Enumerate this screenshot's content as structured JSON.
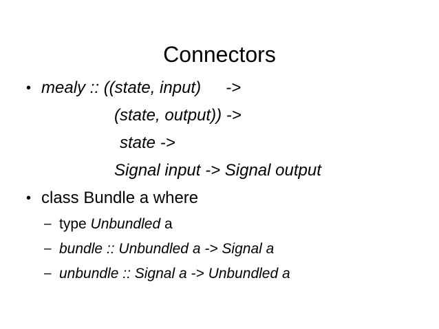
{
  "slide": {
    "title": "Connectors",
    "background_color": "#ffffff",
    "text_color": "#000000",
    "bullets": [
      {
        "marker": "•",
        "text": "mealy :: ((state, input)",
        "trailing": "->",
        "style": "italic"
      },
      {
        "marker": "•",
        "text": "class Bundle a where",
        "style": "roman"
      }
    ],
    "continuation_lines": [
      {
        "text": "(state, output)) ->",
        "indent": "a"
      },
      {
        "text": "state ->",
        "indent": "b"
      },
      {
        "text": "Signal input -> Signal output",
        "indent": "a"
      }
    ],
    "sub_bullets": [
      {
        "marker": "–",
        "parts": [
          {
            "text": "type ",
            "style": "roman"
          },
          {
            "text": "Unbundled",
            "style": "italic"
          },
          {
            "text": " a",
            "style": "roman"
          }
        ]
      },
      {
        "marker": "–",
        "parts": [
          {
            "text": "bundle :: Unbundled a -> Signal a",
            "style": "italic"
          }
        ]
      },
      {
        "marker": "–",
        "parts": [
          {
            "text": "unbundle :: Signal a -> Unbundled a",
            "style": "italic"
          }
        ]
      }
    ]
  }
}
